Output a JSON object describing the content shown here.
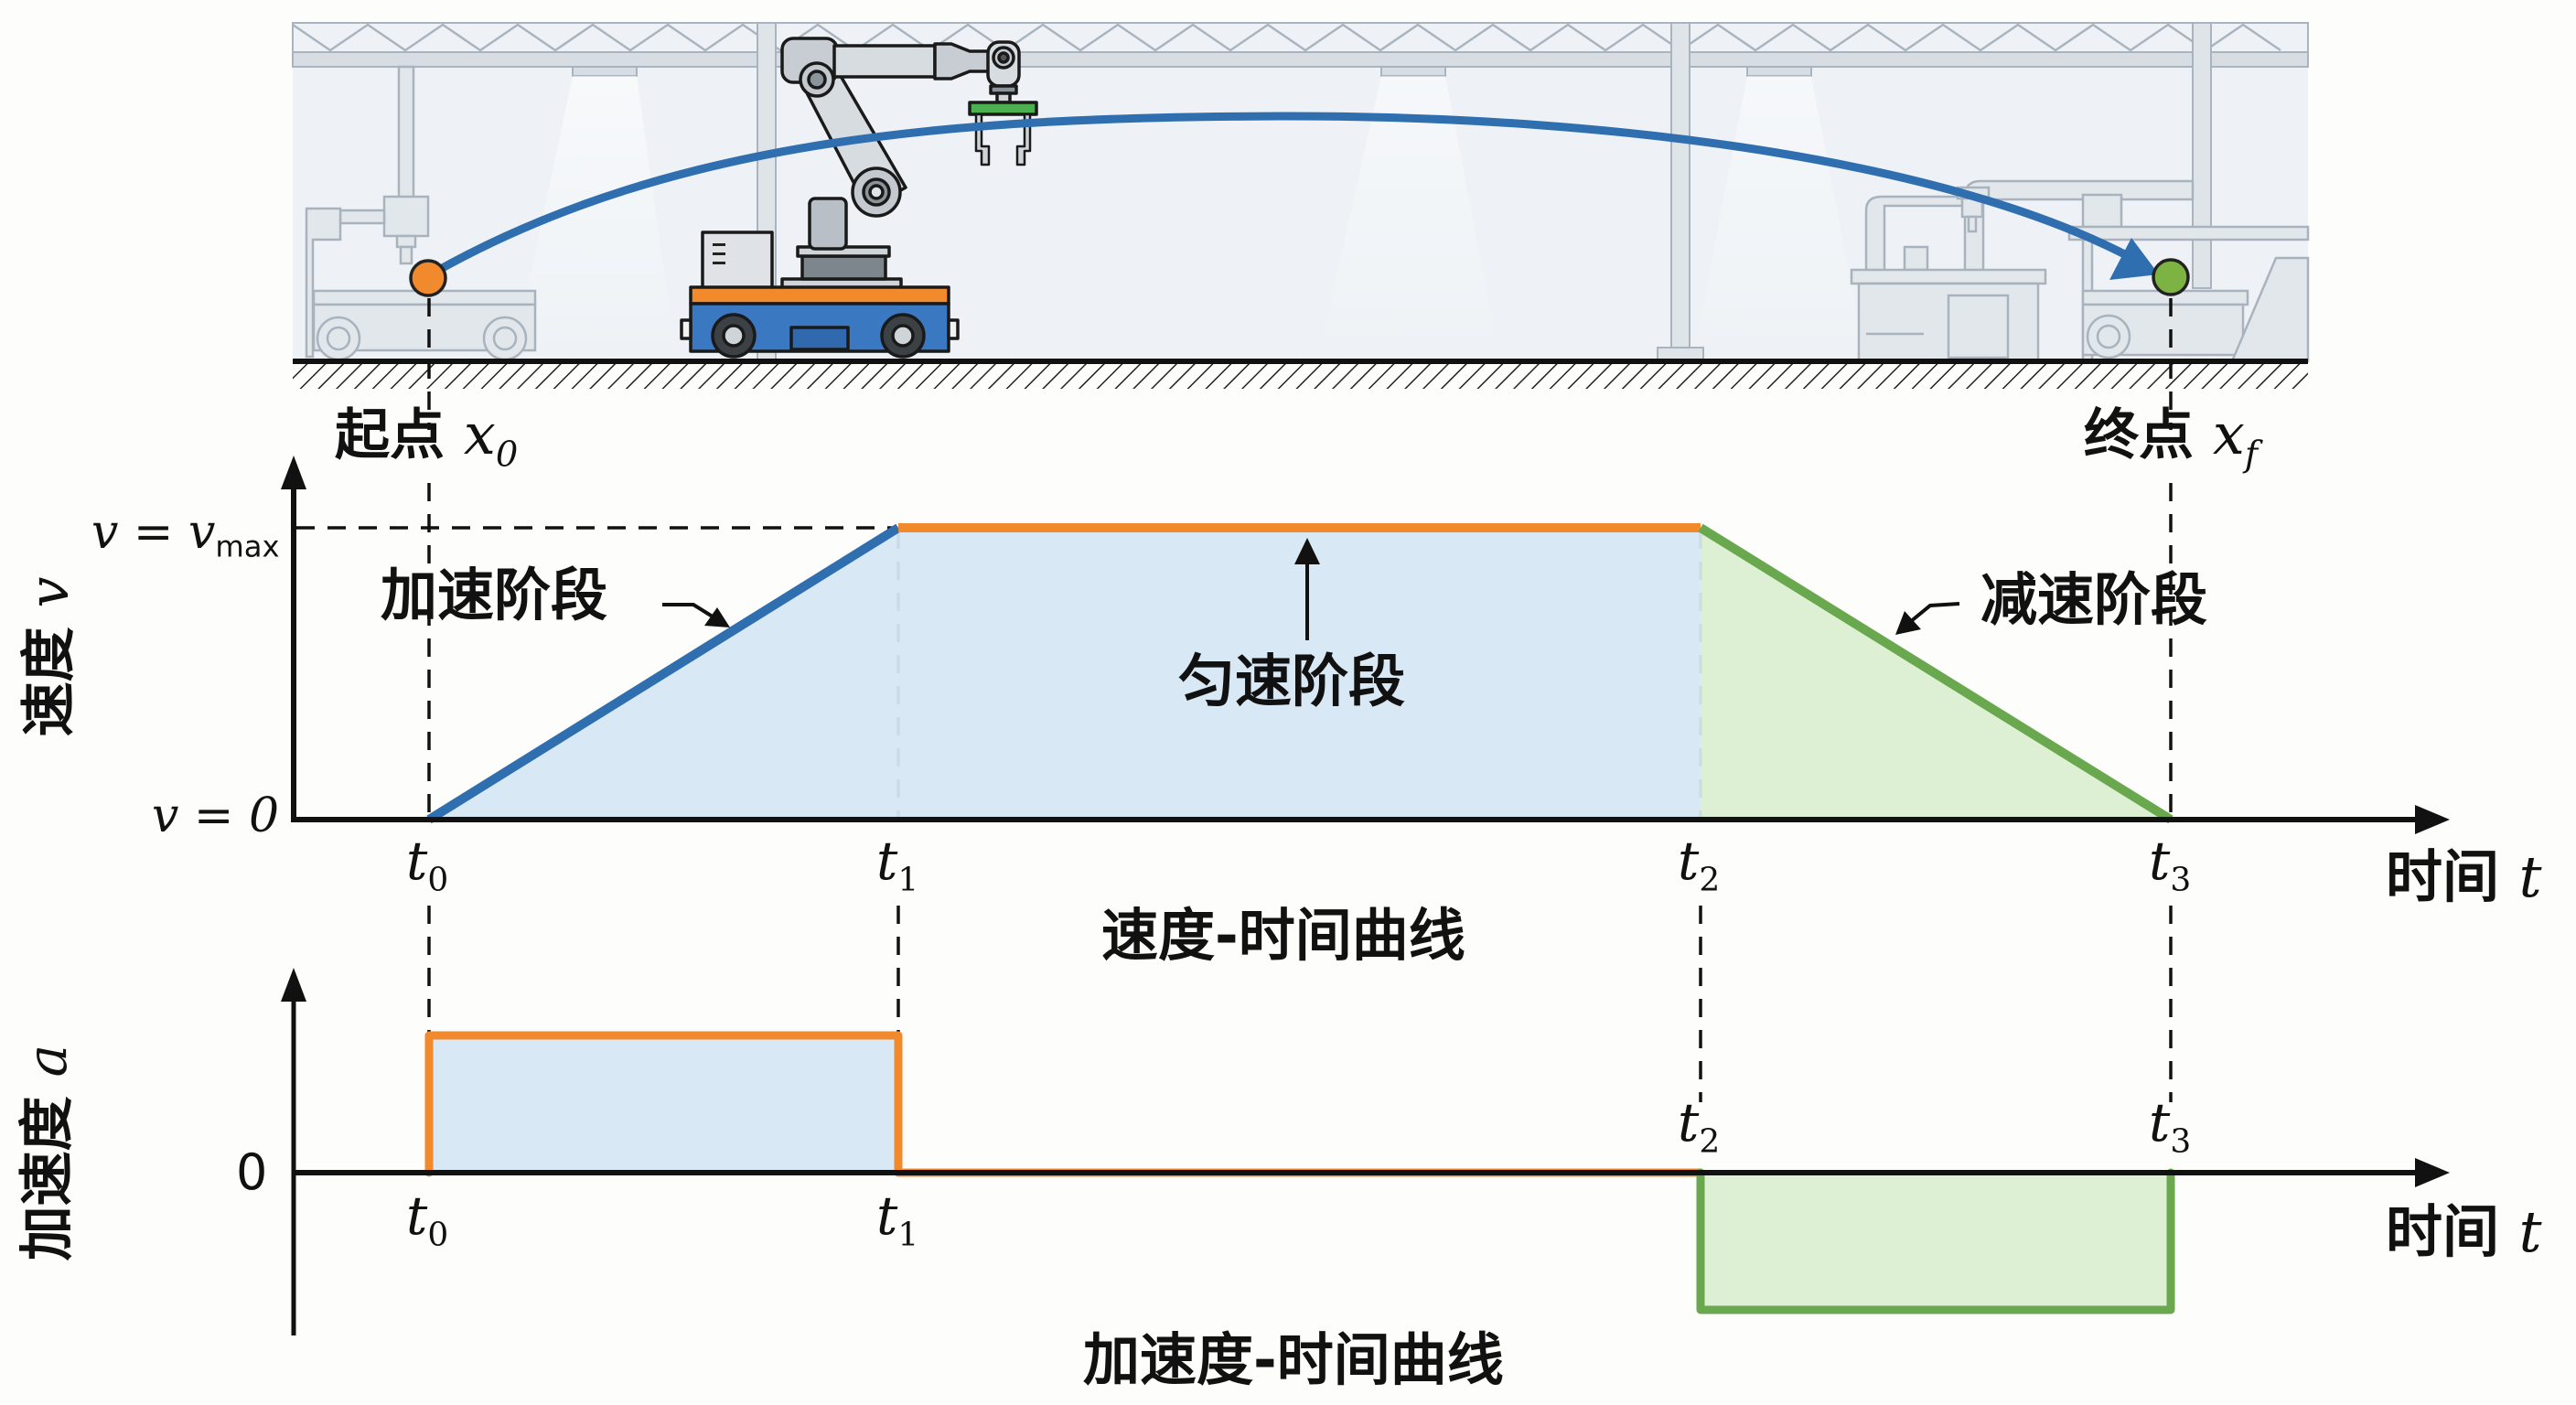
{
  "scene": {
    "start_label": "起点",
    "start_var": "x",
    "start_sub": "0",
    "end_label": "终点",
    "end_var": "x",
    "end_sub": "f",
    "colors": {
      "start_point": "#f08a2c",
      "end_point": "#7cb342",
      "trajectory": "#2f6fb0",
      "agv_body": "#3a78c2",
      "agv_stripe": "#f08a2c",
      "gripper": "#4caf50",
      "background": "#eef2f6",
      "structure": "#c8d0d8"
    }
  },
  "velocity_chart": {
    "y_axis_label": "速度",
    "y_axis_var": "v",
    "vmax_label_var": "v = v",
    "vmax_label_sub": "max",
    "zero_label": "v = 0",
    "x_axis_label": "时间",
    "x_axis_var": "t",
    "title": "速度-时间曲线",
    "phase_labels": {
      "accel": "加速阶段",
      "const": "匀速阶段",
      "decel": "减速阶段"
    }
  },
  "accel_chart": {
    "y_axis_label": "加速度",
    "y_axis_var": "a",
    "zero_label": "0",
    "x_axis_label": "时间",
    "x_axis_var": "t",
    "title": "加速度-时间曲线"
  },
  "time_ticks": [
    {
      "var": "t",
      "sub": "0"
    },
    {
      "var": "t",
      "sub": "1"
    },
    {
      "var": "t",
      "sub": "2"
    },
    {
      "var": "t",
      "sub": "3"
    }
  ],
  "chart_data": [
    {
      "type": "line",
      "title": "速度-时间曲线",
      "xlabel": "时间 t",
      "ylabel": "速度 v",
      "x_ticks": [
        "t0",
        "t1",
        "t2",
        "t3"
      ],
      "x": [
        0,
        1,
        2.9,
        3.9
      ],
      "y_ticks": [
        "v = 0",
        "v = vmax"
      ],
      "series": [
        {
          "name": "加速阶段",
          "x": [
            0,
            1
          ],
          "y": [
            0,
            1
          ],
          "color": "#2f6fb0",
          "fill": "#d6e7f3"
        },
        {
          "name": "匀速阶段",
          "x": [
            1,
            2.9
          ],
          "y": [
            1,
            1
          ],
          "color": "#f08a2c",
          "fill": "#d6e7f3"
        },
        {
          "name": "减速阶段",
          "x": [
            2.9,
            3.9
          ],
          "y": [
            1,
            0
          ],
          "color": "#6aa84f",
          "fill": "#dcefd2"
        }
      ],
      "ylim": [
        0,
        1
      ],
      "grid": false
    },
    {
      "type": "line",
      "title": "加速度-时间曲线",
      "xlabel": "时间 t",
      "ylabel": "加速度 a",
      "x_ticks": [
        "t0",
        "t1",
        "t2",
        "t3"
      ],
      "x": [
        0,
        1,
        2.9,
        3.9
      ],
      "y_ticks": [
        "0"
      ],
      "series": [
        {
          "name": "加速阶段",
          "x": [
            0,
            1
          ],
          "y": [
            1,
            1
          ],
          "color": "#f08a2c",
          "fill": "#d6e7f3"
        },
        {
          "name": "匀速阶段",
          "x": [
            1,
            2.9
          ],
          "y": [
            0,
            0
          ],
          "color": "#f08a2c"
        },
        {
          "name": "减速阶段",
          "x": [
            2.9,
            3.9
          ],
          "y": [
            -1,
            -1
          ],
          "color": "#6aa84f",
          "fill": "#dcefd2"
        }
      ],
      "ylim": [
        -1,
        1
      ],
      "grid": false
    }
  ]
}
